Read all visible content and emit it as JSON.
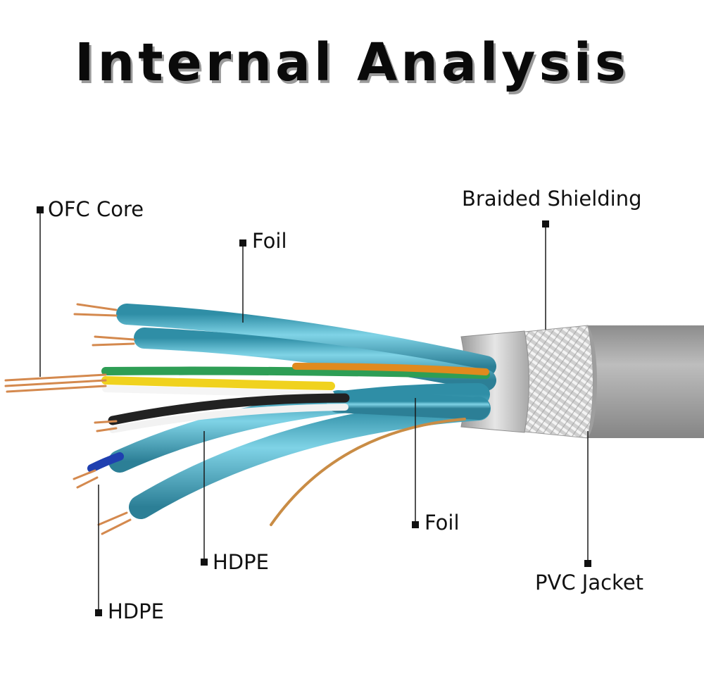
{
  "title": "Internal Analysis",
  "labels": {
    "ofc_core": "OFC Core",
    "foil_top": "Foil",
    "braided_shielding": "Braided Shielding",
    "foil_bottom": "Foil",
    "hdpe_mid": "HDPE",
    "hdpe_low": "HDPE",
    "pvc_jacket": "PVC Jacket"
  },
  "colors": {
    "jacket": "#a3a3a3",
    "foil": "#4fb7cf",
    "copper": "#d4894e",
    "braid": "#d8d8d8",
    "leader": "#1a1a1a"
  }
}
